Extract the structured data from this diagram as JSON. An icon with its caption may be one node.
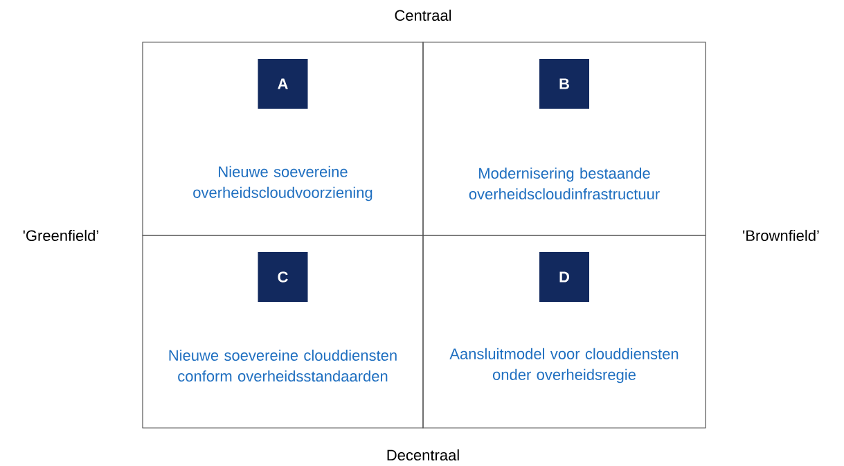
{
  "diagram": {
    "nodes": [
      {
        "text": [
          "Nieuwe soevereine overheidscloudvoorziening"
        ]
      },
      {
        "text": [
          "A"
        ],
        "in": 0
      },
      {
        "text": [
          "Modernisering bestaande overheidscloudinfrastructuur"
        ]
      },
      {
        "text": [
          "B"
        ],
        "in": 2
      },
      {
        "text": [
          "Nieuwe soevereine clouddiensten conform overheidsstandaarden"
        ]
      },
      {
        "text": [
          "C"
        ],
        "in": 4
      },
      {
        "text": [
          "Aansluitmodel voor clouddiensten onder overheidsregie"
        ]
      },
      {
        "text": [
          "D"
        ],
        "in": 6
      }
    ],
    "labels": [
      "Centraal",
      "'Greenfield’",
      "'Brownfield’",
      "Decentraal"
    ]
  }
}
